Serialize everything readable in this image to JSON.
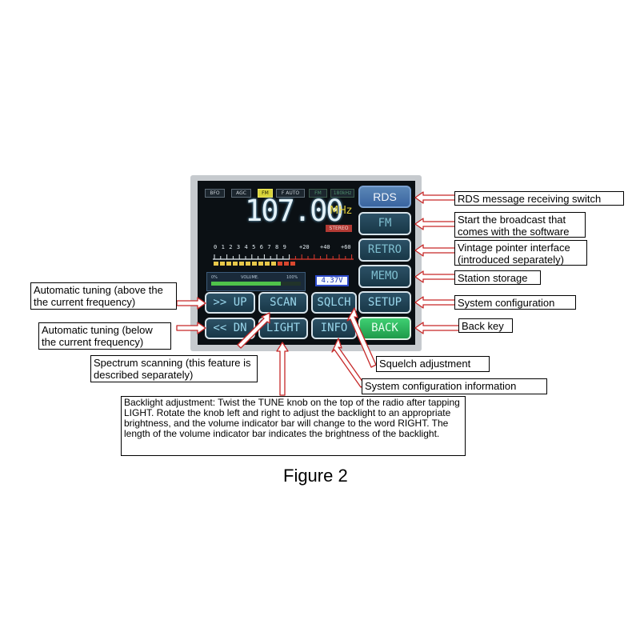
{
  "screen": {
    "status_tags": [
      {
        "label": "BFO",
        "state": "normal"
      },
      {
        "label": "AGC",
        "state": "normal"
      },
      {
        "label": "FM",
        "state": "active"
      },
      {
        "label": "F AUTO",
        "state": "normal"
      },
      {
        "label": "FM",
        "state": "dim"
      },
      {
        "label": "180kHz",
        "state": "dim"
      }
    ],
    "frequency": "107.00",
    "unit": "MHz",
    "stereo": "STEREO",
    "scale_digits": "0 1 2 3 4 5 6 7 8 9",
    "scale_plus": [
      "+20",
      "+40",
      "+60"
    ],
    "volume": {
      "left": "0%",
      "label": "VOLUME.",
      "percent": "100%",
      "level": 0.78
    },
    "voltage": "4.37V",
    "buttons": {
      "rds": "RDS",
      "fm": "FM",
      "retro": "RETRO",
      "memo": "MEMO",
      "setup": "SETUP",
      "back": "BACK",
      "up": ">> UP",
      "scan": "SCAN",
      "sqlch": "SQLCH",
      "dn": "<< DN",
      "light": "LIGHT",
      "info": "INFO"
    }
  },
  "callouts": {
    "rds": "RDS message receiving switch",
    "fm": "Start the broadcast that comes with the software",
    "retro": "Vintage pointer interface (introduced separately)",
    "memo": "Station storage",
    "setup": "System configuration",
    "back": "Back key",
    "up": "Automatic tuning (above the the current frequency)",
    "dn": "Automatic tuning (below the current frequency)",
    "scan": "Spectrum scanning (this feature is described separately)",
    "sqlch": "Squelch adjustment",
    "info": "System configuration information",
    "light": "Backlight adjustment: Twist the TUNE knob on the top of the radio after tapping LIGHT. Rotate the knob left and right to adjust the backlight to an appropriate brightness, and the volume indicator bar will change to the word RIGHT. The length of the volume indicator bar indicates the brightness of the backlight."
  },
  "caption": "Figure 2",
  "colors": {
    "arrow_fill": "#ffffff",
    "arrow_stroke": "#c62828",
    "accent_button": "#3fcf72",
    "rds_button": "#4a75ab"
  }
}
